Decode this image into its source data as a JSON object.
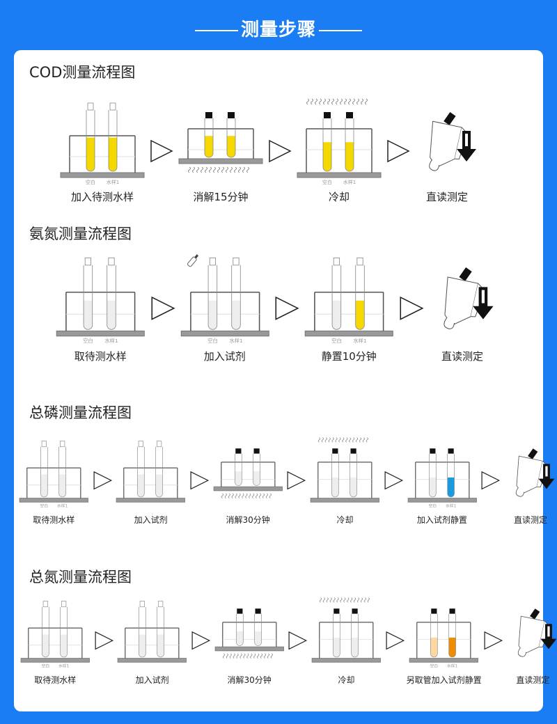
{
  "header": {
    "title": "测量步骤"
  },
  "tube_labels": [
    "空白",
    "水样1"
  ],
  "colors": {
    "background": "#1a7df3",
    "yellow": "#f5d800",
    "blue": "#1a9be0",
    "light_orange": "#fbd9a0",
    "orange": "#ef8c00",
    "blank": "#eeeeee"
  },
  "sections": [
    {
      "title": "COD测量流程图",
      "steps": [
        {
          "label": "加入待测水样",
          "type": "rack",
          "liquid": [
            "#f5d800",
            "#f5d800"
          ],
          "level": 0.55,
          "caps": false,
          "heat": "none",
          "tube_labels": true
        },
        {
          "label": "消解15分钟",
          "type": "rack",
          "liquid": [
            "#f5d800",
            "#f5d800"
          ],
          "level": 0.55,
          "caps": true,
          "heat": "below",
          "tube_labels": false
        },
        {
          "label": "冷却",
          "type": "rack",
          "liquid": [
            "#f5d800",
            "#f5d800"
          ],
          "level": 0.55,
          "caps": true,
          "heat": "above",
          "tube_labels": true
        },
        {
          "label": "直读测定",
          "type": "meter"
        }
      ]
    },
    {
      "title": "氨氮测量流程图",
      "steps": [
        {
          "label": "取待测水样",
          "type": "rack",
          "liquid": [
            "#eeeeee",
            "#eeeeee"
          ],
          "level": 0.45,
          "caps": false,
          "heat": "none",
          "tube_labels": true
        },
        {
          "label": "加入试剂",
          "type": "rack",
          "liquid": [
            "#eeeeee",
            "#eeeeee"
          ],
          "level": 0.45,
          "caps": false,
          "heat": "none",
          "tube_labels": true,
          "dropper": true
        },
        {
          "label": "静置10分钟",
          "type": "rack",
          "liquid": [
            "#eeeeee",
            "#f5d800"
          ],
          "level": 0.45,
          "caps": false,
          "heat": "none",
          "tube_labels": true
        },
        {
          "label": "直读测定",
          "type": "meter"
        }
      ]
    },
    {
      "title": "总磷测量流程图",
      "steps": [
        {
          "label": "取待测水样",
          "type": "rack",
          "liquid": [
            "#eeeeee",
            "#eeeeee"
          ],
          "level": 0.45,
          "caps": false,
          "heat": "none",
          "tube_labels": true
        },
        {
          "label": "加入试剂",
          "type": "rack",
          "liquid": [
            "#eeeeee",
            "#eeeeee"
          ],
          "level": 0.45,
          "caps": false,
          "heat": "none",
          "tube_labels": false
        },
        {
          "label": "消解30分钟",
          "type": "rack",
          "liquid": [
            "#eeeeee",
            "#eeeeee"
          ],
          "level": 0.45,
          "caps": true,
          "heat": "below",
          "tube_labels": false
        },
        {
          "label": "冷却",
          "type": "rack",
          "liquid": [
            "#eeeeee",
            "#eeeeee"
          ],
          "level": 0.45,
          "caps": true,
          "heat": "above",
          "tube_labels": false
        },
        {
          "label": "加入试剂静置",
          "type": "rack",
          "liquid": [
            "#eeeeee",
            "#1a9be0"
          ],
          "level": 0.45,
          "caps": true,
          "heat": "none",
          "tube_labels": true
        },
        {
          "label": "直读测定",
          "type": "meter"
        }
      ]
    },
    {
      "title": "总氮测量流程图",
      "steps": [
        {
          "label": "取待测水样",
          "type": "rack",
          "liquid": [
            "#eeeeee",
            "#eeeeee"
          ],
          "level": 0.45,
          "caps": false,
          "heat": "none",
          "tube_labels": true
        },
        {
          "label": "加入试剂",
          "type": "rack",
          "liquid": [
            "#eeeeee",
            "#eeeeee"
          ],
          "level": 0.45,
          "caps": false,
          "heat": "none",
          "tube_labels": false
        },
        {
          "label": "消解30分钟",
          "type": "rack",
          "liquid": [
            "#eeeeee",
            "#eeeeee"
          ],
          "level": 0.45,
          "caps": true,
          "heat": "below",
          "tube_labels": false
        },
        {
          "label": "冷却",
          "type": "rack",
          "liquid": [
            "#eeeeee",
            "#eeeeee"
          ],
          "level": 0.45,
          "caps": true,
          "heat": "above",
          "tube_labels": false
        },
        {
          "label": "另取管加入试剂静置",
          "type": "rack",
          "liquid": [
            "#fbd9a0",
            "#ef8c00"
          ],
          "level": 0.45,
          "caps": true,
          "heat": "none",
          "tube_labels": true
        },
        {
          "label": "直读测定",
          "type": "meter"
        }
      ]
    }
  ]
}
